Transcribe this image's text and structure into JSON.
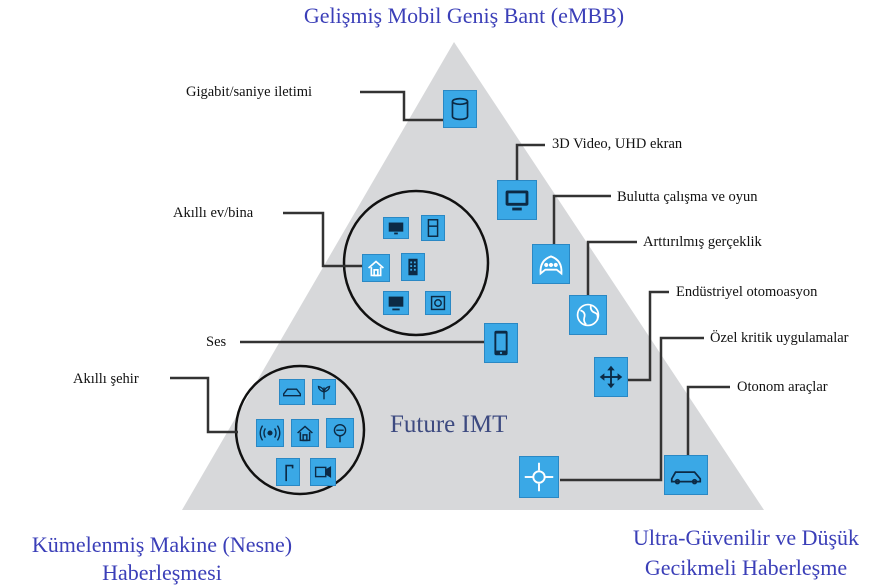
{
  "titles": {
    "embb": "Gelişmiş Mobil Geniş Bant (eMBB)",
    "mmtc_line1": "Kümelenmiş Makine (Nesne)",
    "mmtc_line2": "Haberleşmesi",
    "urllc_line1": "Ultra-Güvenilir ve Düşük",
    "urllc_line2": "Gecikmeli Haberleşme"
  },
  "center_label": "Future IMT",
  "labels": {
    "gigabit": "Gigabit/saniye iletimi",
    "video": "3D Video, UHD ekran",
    "cloud": "Bulutta çalışma ve oyun",
    "ar": "Arttırılmış gerçeklik",
    "smart_home": "Akıllı ev/bina",
    "voice": "Ses",
    "industrial": "Endüstriyel otomoasyon",
    "critical": "Özel kritik uygulamalar",
    "smart_city": "Akıllı şehir",
    "autonomous": "Otonom araçlar"
  },
  "colors": {
    "triangle_fill": "#d7d8da",
    "icon_fill": "#3aa8e6",
    "corner_text": "#3b3fb8",
    "connector": "#333333"
  }
}
